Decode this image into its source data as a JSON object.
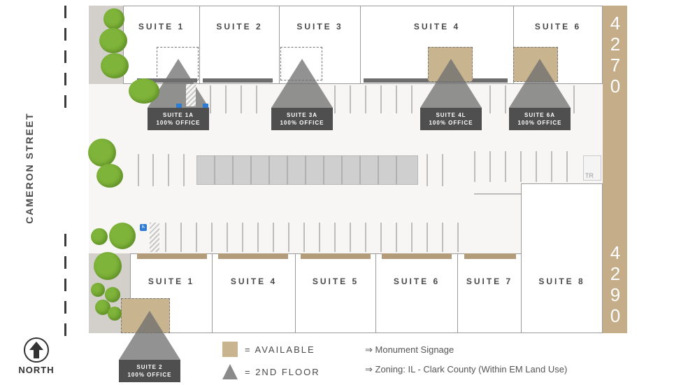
{
  "street": {
    "name": "CAMERON STREET"
  },
  "addresses": {
    "north": "4270",
    "south": "4290"
  },
  "north_building": {
    "suites": [
      {
        "label": "SUITE 1"
      },
      {
        "label": "SUITE 2"
      },
      {
        "label": "SUITE 3"
      },
      {
        "label": "SUITE 4"
      },
      {
        "label": "SUITE 6"
      }
    ]
  },
  "south_building": {
    "suites": [
      {
        "label": "SUITE 1"
      },
      {
        "label": "SUITE 4"
      },
      {
        "label": "SUITE 5"
      },
      {
        "label": "SUITE 6"
      },
      {
        "label": "SUITE 7"
      },
      {
        "label": "SUITE 8"
      }
    ]
  },
  "second_floor_tags": [
    {
      "name": "SUITE 1A",
      "use": "100% OFFICE"
    },
    {
      "name": "SUITE 3A",
      "use": "100% OFFICE"
    },
    {
      "name": "SUITE 4L",
      "use": "100% OFFICE"
    },
    {
      "name": "SUITE 6A",
      "use": "100% OFFICE"
    },
    {
      "name": "SUITE 2",
      "use": "100% OFFICE"
    }
  ],
  "trash_label": "TR",
  "parking_icon": "accessible-parking-icon",
  "north_arrow": {
    "label": "NORTH"
  },
  "legend": {
    "available": "= AVAILABLE",
    "second_floor": "= 2ND FLOOR"
  },
  "notes": {
    "signage": "⇒ Monument Signage",
    "zoning": "⇒ Zoning: IL - Clark County (Within EM Land Use)"
  },
  "colors": {
    "available": "#c8b48f",
    "second_floor": "#8a8a8a",
    "tag_bg": "#4f4f4f",
    "address_band": "#c4ad88",
    "tree": "#7fb43a"
  }
}
